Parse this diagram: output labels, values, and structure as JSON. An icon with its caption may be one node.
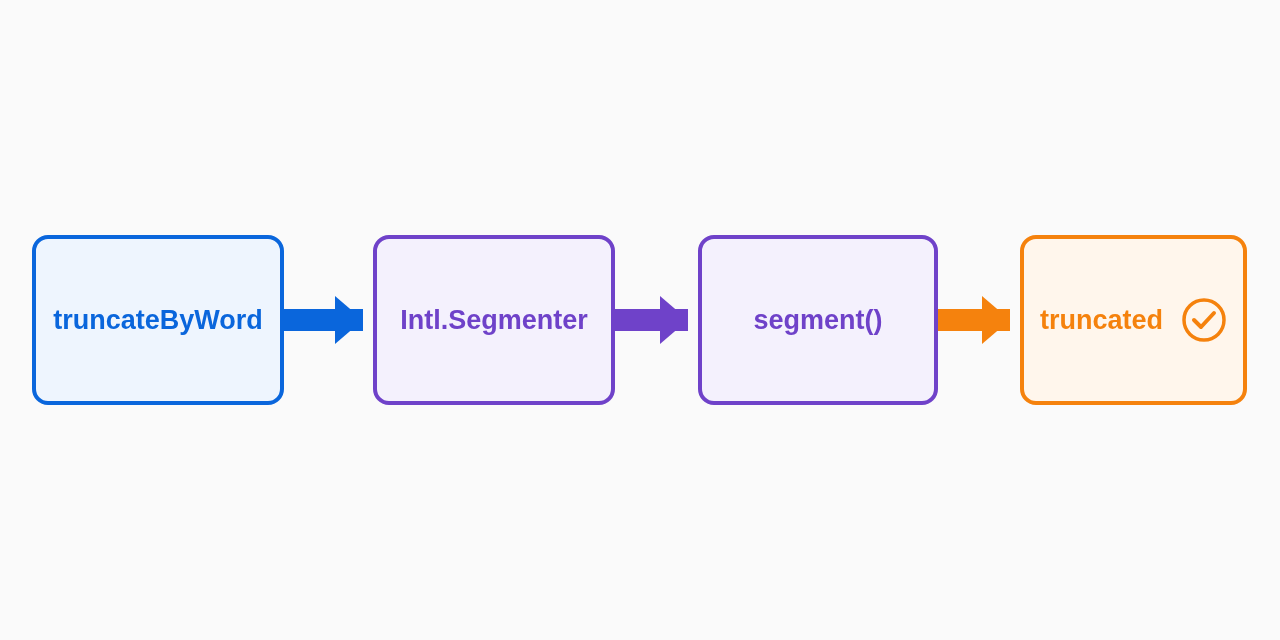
{
  "diagram": {
    "nodes": [
      {
        "text": [
          "truncateByWord"
        ]
      },
      {
        "text": [
          "Intl.Segmenter"
        ]
      },
      {
        "text": [
          "segment()"
        ]
      },
      {
        "text": [
          "truncated"
        ]
      }
    ],
    "edges": [
      {
        "from": 0,
        "to": 1,
        "arrow": "to",
        "color": "#0a66dc"
      },
      {
        "from": 1,
        "to": 2,
        "arrow": "to",
        "color": "#6f42c9"
      },
      {
        "from": 2,
        "to": 3,
        "arrow": "to",
        "color": "#f5820d"
      }
    ]
  }
}
